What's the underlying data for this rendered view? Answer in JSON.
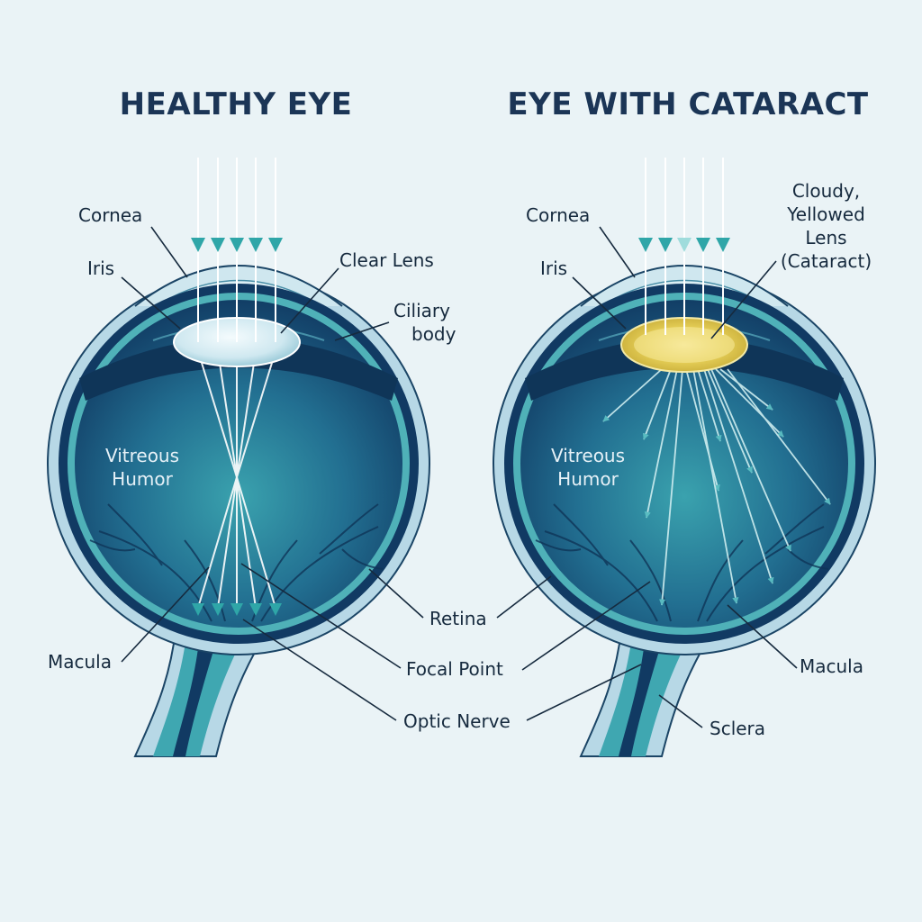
{
  "colors": {
    "background": "#eaf3f6",
    "eye_dark": "#113a63",
    "eye_mid": "#1f6a8c",
    "eye_glow": "#3fa7b1",
    "sclera_band": "#b7d8e6",
    "retina_band": "#4fb1b8",
    "light_ray": "#ffffff",
    "arrow": "#2fa6a8",
    "clear_lens": "#d9eef4",
    "cataract_lens": "#e7d46a",
    "text": "#162a3e"
  },
  "healthy": {
    "title": "HEALTHY EYE",
    "labels": {
      "cornea": "Cornea",
      "iris": "Iris",
      "clear_lens": "Clear Lens",
      "ciliary_body": [
        "Ciliary",
        "body"
      ],
      "vitreous_humor": [
        "Vitreous",
        "Humor"
      ],
      "retina": "Retina",
      "macula": "Macula",
      "focal_point": "Focal Point",
      "optic_nerve": "Optic Nerve"
    }
  },
  "cataract": {
    "title": "EYE WITH CATARACT",
    "labels": {
      "cornea": "Cornea",
      "iris": "Iris",
      "cataract_lens": [
        "Cloudy,",
        "Yellowed",
        "Lens",
        "(Cataract)"
      ],
      "vitreous_humor": [
        "Vitreous",
        "Humor"
      ],
      "macula": "Macula",
      "sclera": "Sclera"
    }
  }
}
